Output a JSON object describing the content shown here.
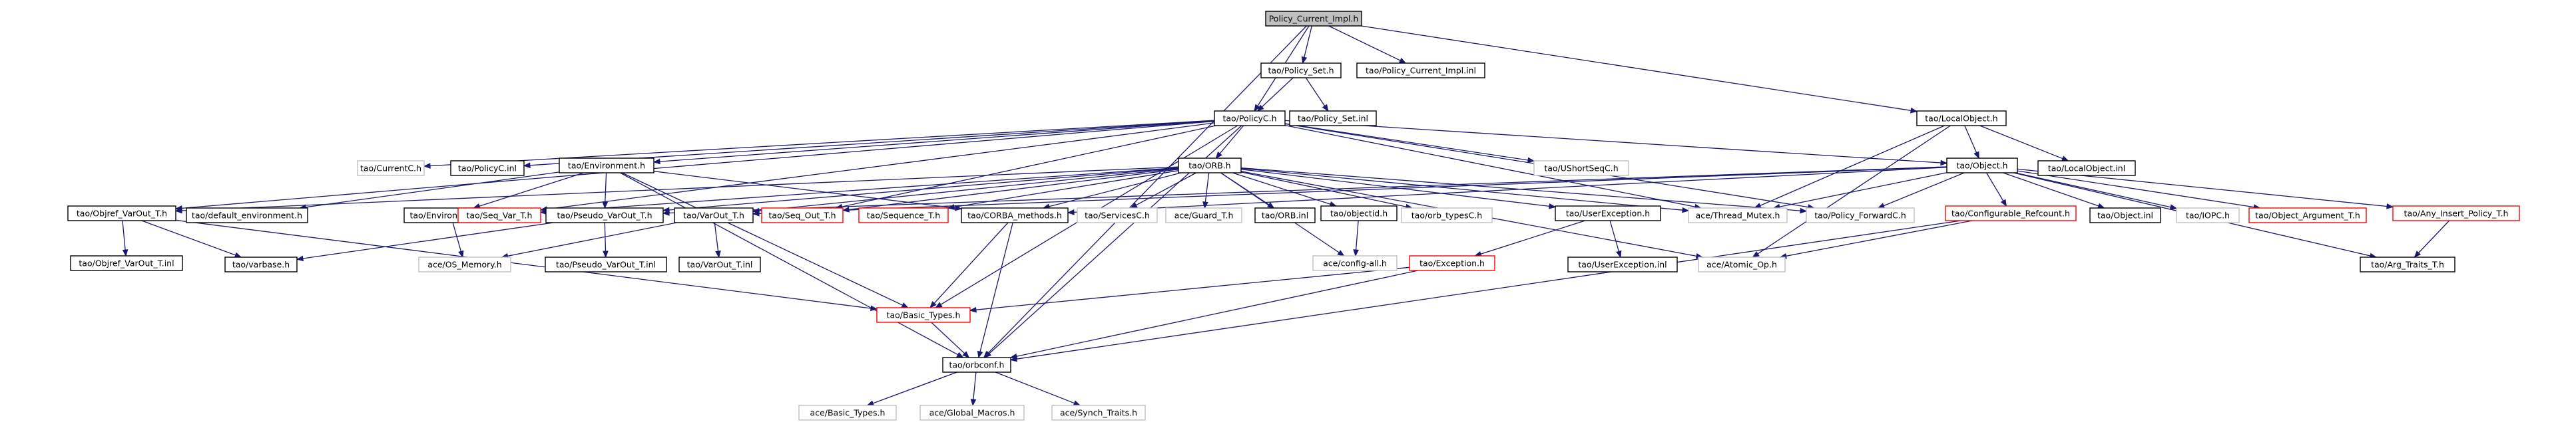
{
  "graph": {
    "title": "",
    "colors": {
      "edge": "#191970",
      "root_fill": "#c0c0c0",
      "border_black": "#000000",
      "border_red": "#ff0000",
      "border_gray": "#c0c0c0"
    },
    "nodes": [
      {
        "id": "root",
        "label": "Policy_Current_Impl.h",
        "style": "root"
      },
      {
        "id": "policy_set_h",
        "label": "tao/Policy_Set.h",
        "style": "black"
      },
      {
        "id": "policy_current_impl_inl",
        "label": "tao/Policy_Current_Impl.inl",
        "style": "black"
      },
      {
        "id": "policyc_h",
        "label": "tao/PolicyC.h",
        "style": "black"
      },
      {
        "id": "policy_set_inl",
        "label": "tao/Policy_Set.inl",
        "style": "black"
      },
      {
        "id": "localobject_h",
        "label": "tao/LocalObject.h",
        "style": "black"
      },
      {
        "id": "currentc_h",
        "label": "tao/CurrentC.h",
        "style": "gray"
      },
      {
        "id": "policyc_inl",
        "label": "tao/PolicyC.inl",
        "style": "black"
      },
      {
        "id": "environment_h",
        "label": "tao/Environment.h",
        "style": "black"
      },
      {
        "id": "orb_h",
        "label": "tao/ORB.h",
        "style": "black"
      },
      {
        "id": "ushortseqc_h",
        "label": "tao/UShortSeqC.h",
        "style": "gray"
      },
      {
        "id": "object_h",
        "label": "tao/Object.h",
        "style": "black"
      },
      {
        "id": "localobject_inl",
        "label": "tao/LocalObject.inl",
        "style": "black"
      },
      {
        "id": "objref_varout_t_h",
        "label": "tao/Objref_VarOut_T.h",
        "style": "black"
      },
      {
        "id": "default_environment_h",
        "label": "tao/default_environment.h",
        "style": "black"
      },
      {
        "id": "environment_inl",
        "label": "tao/Environment.inl",
        "style": "black"
      },
      {
        "id": "seq_var_t_h",
        "label": "tao/Seq_Var_T.h",
        "style": "red"
      },
      {
        "id": "pseudo_varout_t_h",
        "label": "tao/Pseudo_VarOut_T.h",
        "style": "black"
      },
      {
        "id": "varout_t_h",
        "label": "tao/VarOut_T.h",
        "style": "black"
      },
      {
        "id": "seq_out_t_h",
        "label": "tao/Seq_Out_T.h",
        "style": "red"
      },
      {
        "id": "sequence_t_h",
        "label": "tao/Sequence_T.h",
        "style": "red"
      },
      {
        "id": "corba_methods_h",
        "label": "tao/CORBA_methods.h",
        "style": "black"
      },
      {
        "id": "servicesc_h",
        "label": "tao/ServicesC.h",
        "style": "gray"
      },
      {
        "id": "guard_t_h",
        "label": "ace/Guard_T.h",
        "style": "gray"
      },
      {
        "id": "orb_inl",
        "label": "tao/ORB.inl",
        "style": "black"
      },
      {
        "id": "objectid_h",
        "label": "tao/objectid.h",
        "style": "black"
      },
      {
        "id": "orb_typesc_h",
        "label": "tao/orb_typesC.h",
        "style": "gray"
      },
      {
        "id": "userexception_h",
        "label": "tao/UserException.h",
        "style": "black"
      },
      {
        "id": "thread_mutex_h",
        "label": "ace/Thread_Mutex.h",
        "style": "gray"
      },
      {
        "id": "policy_forwardc_h",
        "label": "tao/Policy_ForwardC.h",
        "style": "gray"
      },
      {
        "id": "configurable_refcount_h",
        "label": "tao/Configurable_Refcount.h",
        "style": "red"
      },
      {
        "id": "object_inl",
        "label": "tao/Object.inl",
        "style": "black"
      },
      {
        "id": "iopc_h",
        "label": "tao/IOPC.h",
        "style": "gray"
      },
      {
        "id": "object_argument_t_h",
        "label": "tao/Object_Argument_T.h",
        "style": "red"
      },
      {
        "id": "any_insert_policy_t_h",
        "label": "tao/Any_Insert_Policy_T.h",
        "style": "red"
      },
      {
        "id": "objref_varout_t_inl",
        "label": "tao/Objref_VarOut_T.inl",
        "style": "black"
      },
      {
        "id": "varbase_h",
        "label": "tao/varbase.h",
        "style": "black"
      },
      {
        "id": "os_memory_h",
        "label": "ace/OS_Memory.h",
        "style": "gray"
      },
      {
        "id": "pseudo_varout_t_inl",
        "label": "tao/Pseudo_VarOut_T.inl",
        "style": "black"
      },
      {
        "id": "varout_t_inl",
        "label": "tao/VarOut_T.inl",
        "style": "black"
      },
      {
        "id": "config_all_h",
        "label": "ace/config-all.h",
        "style": "gray"
      },
      {
        "id": "exception_h",
        "label": "tao/Exception.h",
        "style": "red"
      },
      {
        "id": "userexception_inl",
        "label": "tao/UserException.inl",
        "style": "black"
      },
      {
        "id": "atomic_op_h",
        "label": "ace/Atomic_Op.h",
        "style": "gray"
      },
      {
        "id": "arg_traits_t_h",
        "label": "tao/Arg_Traits_T.h",
        "style": "black"
      },
      {
        "id": "basic_types_tao_h",
        "label": "tao/Basic_Types.h",
        "style": "red"
      },
      {
        "id": "orbconf_h",
        "label": "tao/orbconf.h",
        "style": "black"
      },
      {
        "id": "basic_types_ace_h",
        "label": "ace/Basic_Types.h",
        "style": "gray"
      },
      {
        "id": "global_macros_h",
        "label": "ace/Global_Macros.h",
        "style": "gray"
      },
      {
        "id": "synch_traits_h",
        "label": "ace/Synch_Traits.h",
        "style": "gray"
      }
    ],
    "edges": [
      [
        "root",
        "policy_set_h"
      ],
      [
        "root",
        "policy_current_impl_inl"
      ],
      [
        "root",
        "policyc_h"
      ],
      [
        "root",
        "localobject_h"
      ],
      [
        "root",
        "orbconf_h"
      ],
      [
        "policy_set_h",
        "policyc_h"
      ],
      [
        "policy_set_h",
        "policy_set_inl"
      ],
      [
        "policyc_h",
        "currentc_h"
      ],
      [
        "policyc_h",
        "policyc_inl"
      ],
      [
        "policyc_h",
        "environment_h"
      ],
      [
        "policyc_h",
        "orb_h"
      ],
      [
        "policyc_h",
        "ushortseqc_h"
      ],
      [
        "policyc_h",
        "object_h"
      ],
      [
        "policyc_h",
        "policy_forwardc_h"
      ],
      [
        "policyc_h",
        "objref_varout_t_h"
      ],
      [
        "policyc_h",
        "seq_var_t_h"
      ],
      [
        "policyc_h",
        "seq_out_t_h"
      ],
      [
        "policyc_h",
        "basic_types_tao_h"
      ],
      [
        "policyc_h",
        "thread_mutex_h"
      ],
      [
        "policyc_h",
        "orbconf_h"
      ],
      [
        "localobject_h",
        "object_h"
      ],
      [
        "localobject_h",
        "localobject_inl"
      ],
      [
        "localobject_h",
        "thread_mutex_h"
      ],
      [
        "localobject_h",
        "atomic_op_h"
      ],
      [
        "environment_h",
        "pseudo_varout_t_h"
      ],
      [
        "environment_h",
        "default_environment_h"
      ],
      [
        "environment_h",
        "environment_inl"
      ],
      [
        "environment_h",
        "corba_methods_h"
      ],
      [
        "environment_h",
        "basic_types_tao_h"
      ],
      [
        "environment_h",
        "orbconf_h"
      ],
      [
        "orb_h",
        "userexception_h"
      ],
      [
        "orb_h",
        "objectid_h"
      ],
      [
        "orb_h",
        "orb_inl"
      ],
      [
        "orb_h",
        "guard_t_h"
      ],
      [
        "orb_h",
        "servicesc_h"
      ],
      [
        "orb_h",
        "orb_typesc_h"
      ],
      [
        "orb_h",
        "corba_methods_h"
      ],
      [
        "orb_h",
        "sequence_t_h"
      ],
      [
        "orb_h",
        "seq_out_t_h"
      ],
      [
        "orb_h",
        "seq_var_t_h"
      ],
      [
        "orb_h",
        "varout_t_h"
      ],
      [
        "orb_h",
        "pseudo_varout_t_h"
      ],
      [
        "orb_h",
        "objref_varout_t_h"
      ],
      [
        "orb_h",
        "thread_mutex_h"
      ],
      [
        "orb_h",
        "policy_forwardc_h"
      ],
      [
        "orb_h",
        "atomic_op_h"
      ],
      [
        "orb_h",
        "config_all_h"
      ],
      [
        "object_h",
        "policy_forwardc_h"
      ],
      [
        "object_h",
        "configurable_refcount_h"
      ],
      [
        "object_h",
        "object_inl"
      ],
      [
        "object_h",
        "iopc_h"
      ],
      [
        "object_h",
        "object_argument_t_h"
      ],
      [
        "object_h",
        "any_insert_policy_t_h"
      ],
      [
        "object_h",
        "arg_traits_t_h"
      ],
      [
        "object_h",
        "thread_mutex_h"
      ],
      [
        "object_h",
        "pseudo_varout_t_h"
      ],
      [
        "object_h",
        "corba_methods_h"
      ],
      [
        "object_h",
        "varout_t_h"
      ],
      [
        "objref_varout_t_h",
        "objref_varout_t_inl"
      ],
      [
        "objref_varout_t_h",
        "varbase_h"
      ],
      [
        "objref_varout_t_h",
        "basic_types_tao_h"
      ],
      [
        "environment_inl",
        "os_memory_h"
      ],
      [
        "pseudo_varout_t_h",
        "pseudo_varout_t_inl"
      ],
      [
        "pseudo_varout_t_h",
        "varbase_h"
      ],
      [
        "varout_t_h",
        "varout_t_inl"
      ],
      [
        "varout_t_h",
        "os_memory_h"
      ],
      [
        "corba_methods_h",
        "basic_types_tao_h"
      ],
      [
        "corba_methods_h",
        "orbconf_h"
      ],
      [
        "objectid_h",
        "config_all_h"
      ],
      [
        "userexception_h",
        "exception_h"
      ],
      [
        "userexception_h",
        "userexception_inl"
      ],
      [
        "exception_h",
        "basic_types_tao_h"
      ],
      [
        "exception_h",
        "orbconf_h"
      ],
      [
        "configurable_refcount_h",
        "atomic_op_h"
      ],
      [
        "configurable_refcount_h",
        "orbconf_h"
      ],
      [
        "any_insert_policy_t_h",
        "arg_traits_t_h"
      ],
      [
        "basic_types_tao_h",
        "orbconf_h"
      ],
      [
        "orbconf_h",
        "basic_types_ace_h"
      ],
      [
        "orbconf_h",
        "global_macros_h"
      ],
      [
        "orbconf_h",
        "synch_traits_h"
      ]
    ]
  }
}
